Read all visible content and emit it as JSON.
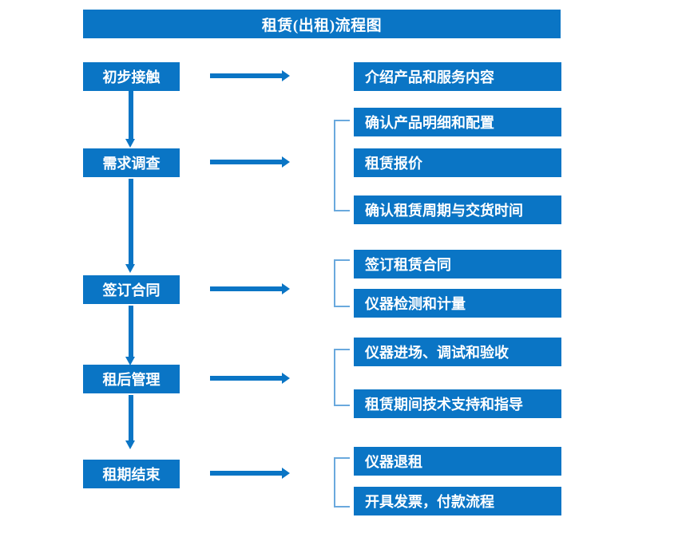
{
  "chart_data": {
    "type": "diagram",
    "title": "租赁(出租)流程图",
    "diagram_kind": "flowchart",
    "orientation": "vertical-with-branches",
    "stages": [
      {
        "id": "stage-1",
        "label": "初步接触",
        "details": [
          "介绍产品和服务内容"
        ],
        "bracketed": false
      },
      {
        "id": "stage-2",
        "label": "需求调查",
        "details": [
          "确认产品明细和配置",
          "租赁报价",
          "确认租赁周期与交货时间"
        ],
        "bracketed": true
      },
      {
        "id": "stage-3",
        "label": "签订合同",
        "details": [
          "签订租赁合同",
          "仪器检测和计量"
        ],
        "bracketed": true
      },
      {
        "id": "stage-4",
        "label": "租后管理",
        "details": [
          "仪器进场、调试和验收",
          "租赁期间技术支持和指导"
        ],
        "bracketed": true
      },
      {
        "id": "stage-5",
        "label": "租期结束",
        "details": [
          "仪器退租",
          "开具发票，付款流程"
        ],
        "bracketed": true
      }
    ]
  },
  "header": {
    "title": "租赁(出租)流程图"
  },
  "stages": {
    "s1": {
      "label": "初步接触"
    },
    "s2": {
      "label": "需求调查"
    },
    "s3": {
      "label": "签订合同"
    },
    "s4": {
      "label": "租后管理"
    },
    "s5": {
      "label": "租期结束"
    }
  },
  "details": {
    "d1": {
      "label": "介绍产品和服务内容"
    },
    "d2": {
      "label": "确认产品明细和配置"
    },
    "d3": {
      "label": "租赁报价"
    },
    "d4": {
      "label": "确认租赁周期与交货时间"
    },
    "d5": {
      "label": "签订租赁合同"
    },
    "d6": {
      "label": "仪器检测和计量"
    },
    "d7": {
      "label": "仪器进场、调试和验收"
    },
    "d8": {
      "label": "租赁期间技术支持和指导"
    },
    "d9": {
      "label": "仪器退租"
    },
    "d10": {
      "label": "开具发票，付款流程"
    }
  },
  "colors": {
    "brand_blue": "#0a75c5",
    "bracket_blue": "#6aa9dd",
    "text_on_blue": "#ffffff",
    "background": "#ffffff"
  }
}
